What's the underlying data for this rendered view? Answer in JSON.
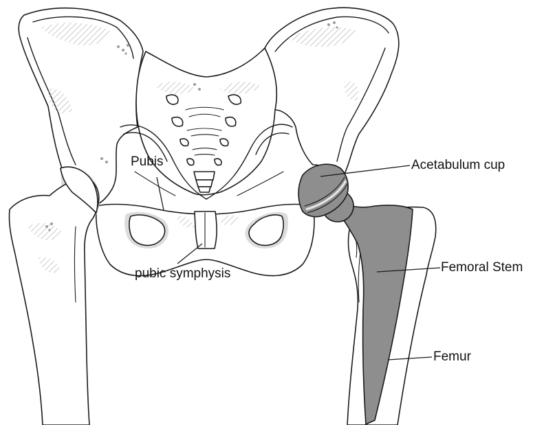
{
  "labels": {
    "pubis": "Pubis",
    "pubic_symphysis": "pubic symphysis",
    "acetabulum_cup": "Acetabulum cup",
    "femoral_stem": "Femoral Stem",
    "femur": "Femur"
  },
  "colors": {
    "implant": "#8e8e8e",
    "outline": "#1a1a1a",
    "shading": "#d0d0d0",
    "background": "#ffffff"
  }
}
